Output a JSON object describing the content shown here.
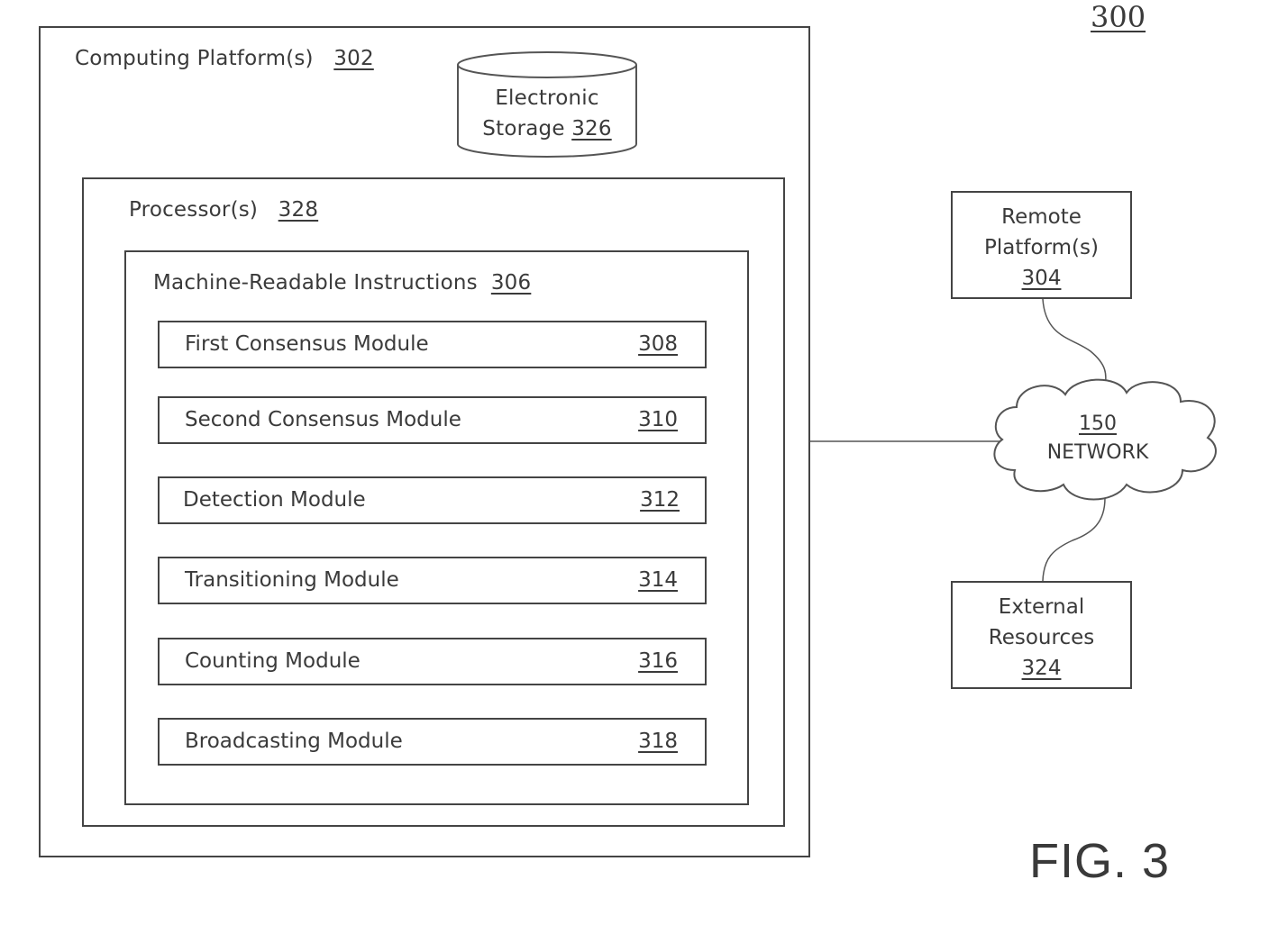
{
  "figure_number": "300",
  "figure_caption": "FIG. 3",
  "computing_platform": {
    "label": "Computing Platform(s)",
    "ref": "302"
  },
  "electronic_storage": {
    "line1": "Electronic",
    "line2": "Storage",
    "ref": "326"
  },
  "processor": {
    "label": "Processor(s)",
    "ref": "328"
  },
  "instructions": {
    "label": "Machine-Readable Instructions",
    "ref": "306"
  },
  "modules": [
    {
      "name": "First Consensus Module",
      "ref": "308"
    },
    {
      "name": "Second Consensus Module",
      "ref": "310"
    },
    {
      "name": "Detection Module",
      "ref": "312"
    },
    {
      "name": "Transitioning Module",
      "ref": "314"
    },
    {
      "name": "Counting Module",
      "ref": "316"
    },
    {
      "name": "Broadcasting Module",
      "ref": "318"
    }
  ],
  "remote_platform": {
    "line1": "Remote",
    "line2": "Platform(s)",
    "ref": "304"
  },
  "network": {
    "ref": "150",
    "label": "NETWORK"
  },
  "external_resources": {
    "line1": "External",
    "line2": "Resources",
    "ref": "324"
  }
}
